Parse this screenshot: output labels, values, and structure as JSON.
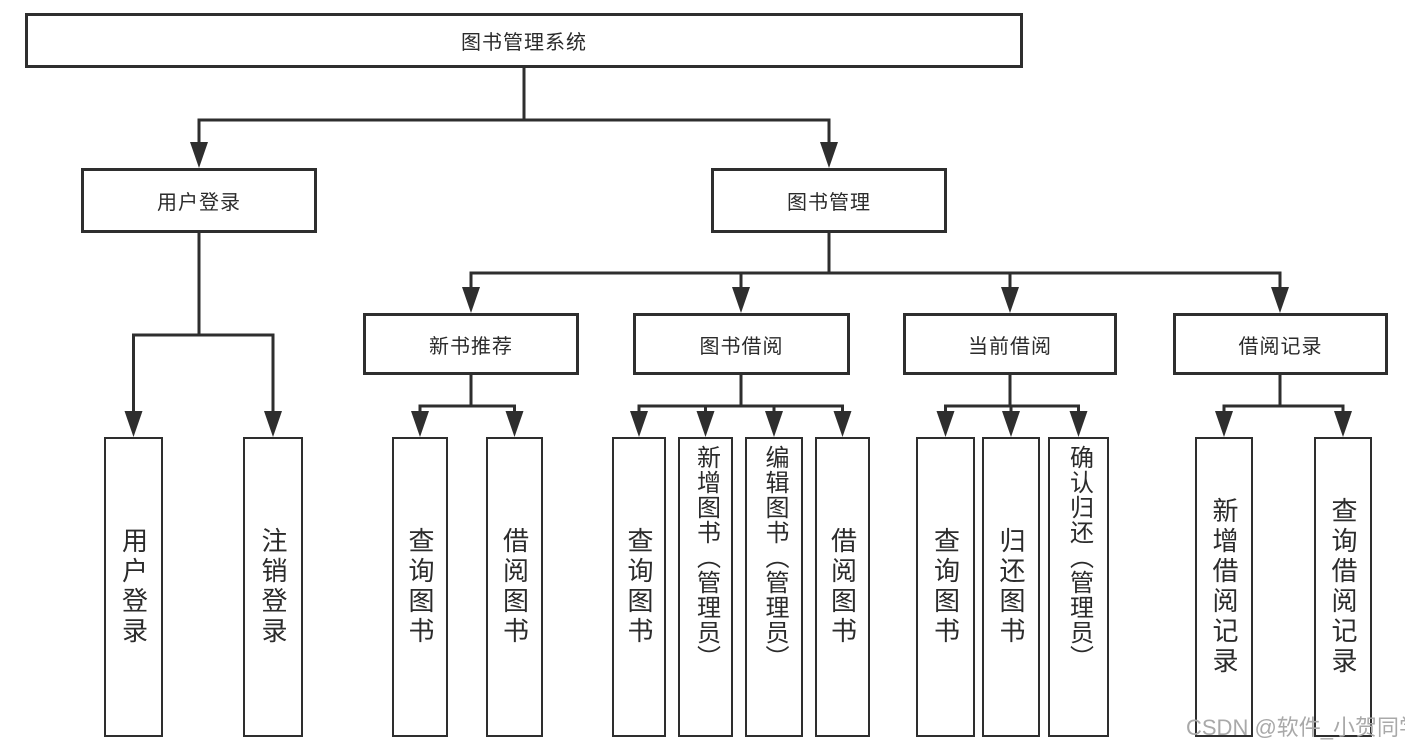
{
  "nodes": {
    "root": "图书管理系统",
    "l1": {
      "userLogin": "用户登录",
      "bookMgmt": "图书管理"
    },
    "l2": {
      "newBookRec": "新书推荐",
      "bookBorrow": "图书借阅",
      "currentBorrow": "当前借阅",
      "borrowRecords": "借阅记录"
    },
    "leaves": {
      "userLogin": "用户登录",
      "logout": "注销登录",
      "nbrQuery": "查询图书",
      "nbrBorrow": "借阅图书",
      "bbQuery": "查询图书",
      "bbAdd": "新增图书（管理员）",
      "bbEdit": "编辑图书（管理员）",
      "bbBorrow": "借阅图书",
      "cbQuery": "查询图书",
      "cbReturn": "归还图书",
      "cbConfirm": "确认归还（管理员）",
      "brAdd": "新增借阅记录",
      "brQuery": "查询借阅记录"
    }
  },
  "hierarchy": {
    "图书管理系统": {
      "用户登录": [
        "用户登录",
        "注销登录"
      ],
      "图书管理": {
        "新书推荐": [
          "查询图书",
          "借阅图书"
        ],
        "图书借阅": [
          "查询图书",
          "新增图书（管理员）",
          "编辑图书（管理员）",
          "借阅图书"
        ],
        "当前借阅": [
          "查询图书",
          "归还图书",
          "确认归还（管理员）"
        ],
        "借阅记录": [
          "新增借阅记录",
          "查询借阅记录"
        ]
      }
    }
  },
  "watermark": "CSDN @软件_小贺同学",
  "colors": {
    "line": "#2e2e2e",
    "text": "#2b2b2b",
    "background": "#ffffff",
    "watermark": "#a9a9a9"
  }
}
